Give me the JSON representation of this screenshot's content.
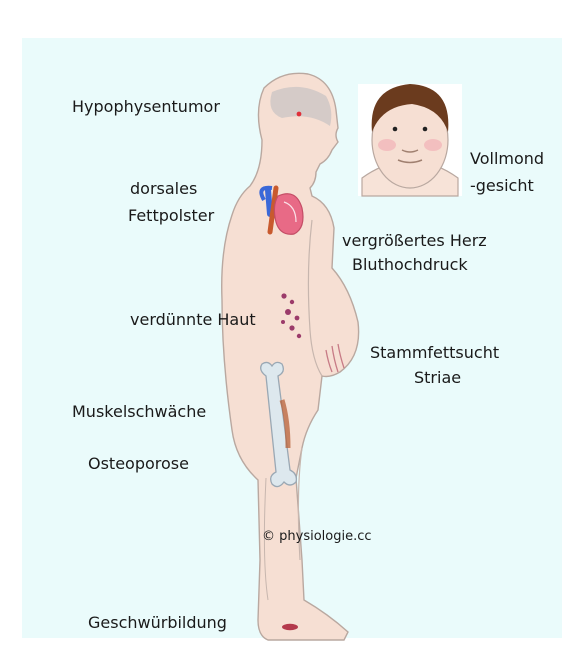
{
  "labels": {
    "pituitary_tumor": "Hypophysentumor",
    "moon_face_line1": "Vollmond",
    "moon_face_line2": "-gesicht",
    "dorsal_fat_line1": "dorsales",
    "dorsal_fat_line2": "Fettpolster",
    "enlarged_heart": "vergrößertes Herz",
    "hypertension": "Bluthochdruck",
    "thin_skin": "verdünnte Haut",
    "truncal_obesity": "Stammfettsucht",
    "striae": "Striae",
    "muscle_weakness": "Muskelschwäche",
    "osteoporosis": "Osteoporose",
    "copyright": "© physiologie.cc",
    "ulceration": "Geschwürbildung"
  },
  "colors": {
    "background": "#eafbfb",
    "skin": "#f6dfd3",
    "outline": "#b9a8a0",
    "heart": "#e86a86",
    "bone": "#dde8ee",
    "hair": "#6b3b1e"
  }
}
